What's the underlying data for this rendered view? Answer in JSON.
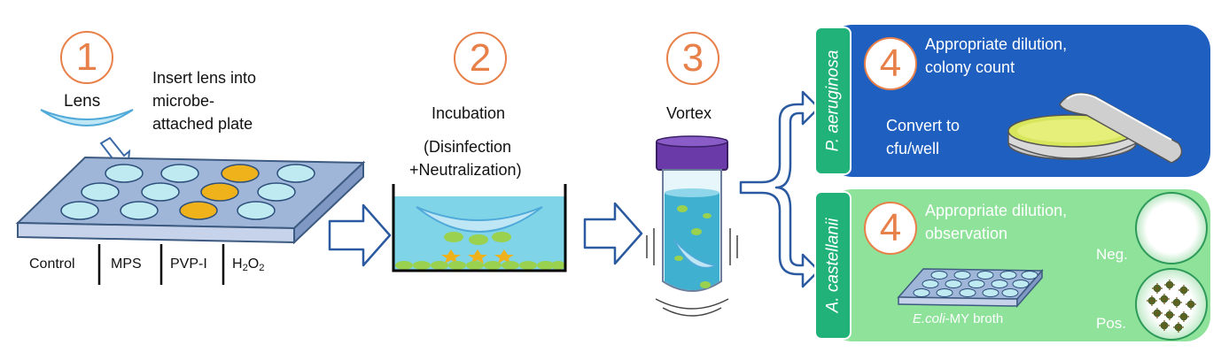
{
  "step1": {
    "number": "1",
    "lens_label": "Lens",
    "instruction_line1": "Insert lens into",
    "instruction_line2": "microbe-",
    "instruction_line3": "attached plate",
    "groups": [
      "Control",
      "MPS",
      "PVP-I",
      "H",
      "2",
      "O",
      "2"
    ]
  },
  "step2": {
    "number": "2",
    "title": "Incubation",
    "detail_line1": "(Disinfection",
    "detail_line2": "+Neutralization)"
  },
  "step3": {
    "number": "3",
    "title": "Vortex"
  },
  "step4a": {
    "number": "4",
    "organism": "P. aeruginosa",
    "line1": "Appropriate dilution,",
    "line2": "colony count",
    "convert_line1": "Convert to",
    "convert_line2": "cfu/well",
    "panel_color": "#1f5fbf"
  },
  "step4b": {
    "number": "4",
    "organism": "A. castellanii",
    "line1": "Appropriate dilution,",
    "line2": "observation",
    "broth_italic": "E.coli",
    "broth_rest": "-MY broth",
    "neg_label": "Neg.",
    "pos_label": "Pos.",
    "panel_color": "#8ee29a"
  },
  "colors": {
    "accent_orange": "#e8804a",
    "well_blue": "#bfeaf2",
    "well_yellow": "#f0b21a",
    "tab_green": "#21b27a"
  }
}
